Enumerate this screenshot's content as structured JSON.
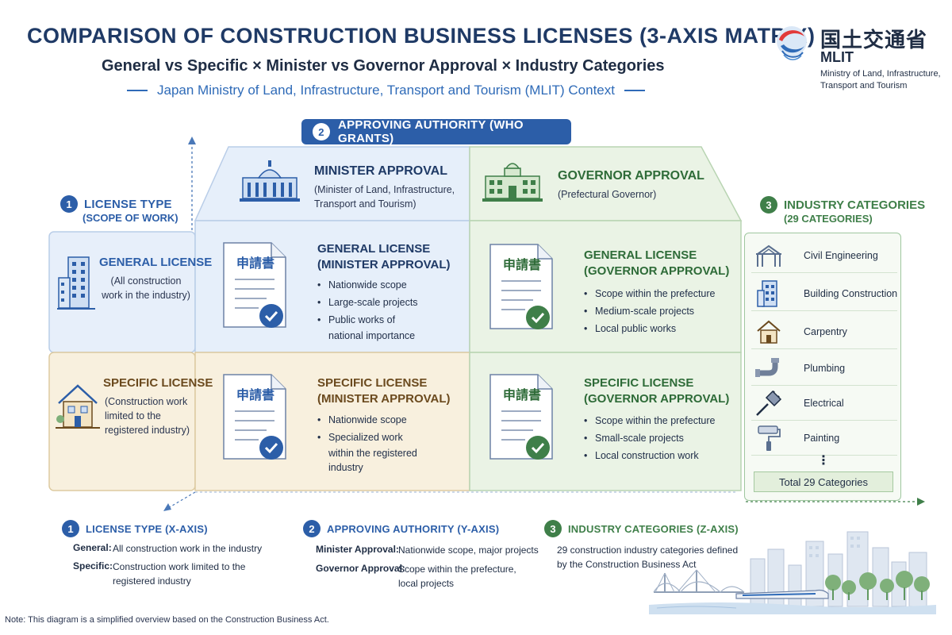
{
  "header": {
    "title": "COMPARISON OF CONSTRUCTION BUSINESS LICENSES (3-AXIS MATRIX)",
    "subtitle": "General vs Specific × Minister vs Governor Approval × Industry Categories",
    "context": "Japan Ministry of Land, Infrastructure, Transport and Tourism (MLIT) Context"
  },
  "logo": {
    "jp": "国土交通省",
    "en": "MLIT",
    "full": "Ministry of Land, Infrastructure, Transport and Tourism"
  },
  "axis2": {
    "num": "2",
    "label": "APPROVING AUTHORITY (WHO GRANTS)"
  },
  "authorities": {
    "minister": {
      "title": "MINISTER APPROVAL",
      "desc": "(Minister of Land, Infrastructure, Transport and Tourism)"
    },
    "governor": {
      "title": "GOVERNOR APPROVAL",
      "desc": "(Prefectural Governor)"
    }
  },
  "axis1": {
    "num": "1",
    "label": "LICENSE TYPE",
    "sub": "(SCOPE OF WORK)"
  },
  "rows": {
    "general": {
      "title": "GENERAL LICENSE",
      "desc": "(All construction work in the industry)"
    },
    "specific": {
      "title": "SPECIFIC LICENSE",
      "desc": "(Construction work limited to the registered industry)"
    }
  },
  "doc_label": "申請書",
  "cells": {
    "general_minister": {
      "title1": "GENERAL LICENSE",
      "title2": "(MINISTER APPROVAL)",
      "items": [
        "Nationwide scope",
        "Large-scale projects",
        "Public works of",
        "national importance"
      ]
    },
    "general_governor": {
      "title1": "GENERAL LICENSE",
      "title2": "(GOVERNOR APPROVAL)",
      "items": [
        "Scope within the prefecture",
        "Medium-scale projects",
        "Local public works"
      ]
    },
    "specific_minister": {
      "title1": "SPECIFIC LICENSE",
      "title2": "(MINISTER APPROVAL)",
      "items": [
        "Nationwide scope",
        "Specialized work",
        "within the registered",
        "industry"
      ]
    },
    "specific_governor": {
      "title1": "SPECIFIC LICENSE",
      "title2": "(GOVERNOR APPROVAL)",
      "items": [
        "Scope within the prefecture",
        "Small-scale projects",
        "Local construction work"
      ]
    }
  },
  "industry": {
    "num": "3",
    "label": "INDUSTRY CATEGORIES",
    "sub": "(29 CATEGORIES)",
    "items": [
      {
        "label": "Civil Engineering",
        "icon": "bridge-icon"
      },
      {
        "label": "Building Construction",
        "icon": "building-icon"
      },
      {
        "label": "Carpentry",
        "icon": "house-icon"
      },
      {
        "label": "Plumbing",
        "icon": "pipe-icon"
      },
      {
        "label": "Electrical",
        "icon": "plug-icon"
      },
      {
        "label": "Painting",
        "icon": "paint-roller-icon"
      }
    ],
    "ellipsis": "⋮",
    "total": "Total 29 Categories"
  },
  "legend": {
    "axis1": {
      "num": "1",
      "title": "LICENSE TYPE (X-AXIS)",
      "general_k": "General:",
      "general_v": "All construction work in the industry",
      "specific_k": "Specific:",
      "specific_v1": "Construction work limited to the",
      "specific_v2": "registered industry"
    },
    "axis2": {
      "num": "2",
      "title": "APPROVING AUTHORITY (Y-AXIS)",
      "minister_k": "Minister Approval:",
      "minister_v": "Nationwide scope, major projects",
      "governor_k": "Governor Approval:",
      "governor_v1": "Scope within the prefecture,",
      "governor_v2": "local projects"
    },
    "axis3": {
      "num": "3",
      "title": "INDUSTRY CATEGORIES (Z-AXIS)",
      "desc1": "29 construction industry categories defined",
      "desc2": "by the Construction Business Act"
    }
  },
  "note": "Note: This diagram is a simplified overview based on the Construction Business Act.",
  "colors": {
    "navy": "#1f3a66",
    "blue": "#2c5ea8",
    "green": "#3f7f49",
    "brown": "#6b4a1e",
    "cell_blue": "#e8f0fa",
    "cell_green": "#edf5e8",
    "cell_beige": "#f9f2e2"
  }
}
